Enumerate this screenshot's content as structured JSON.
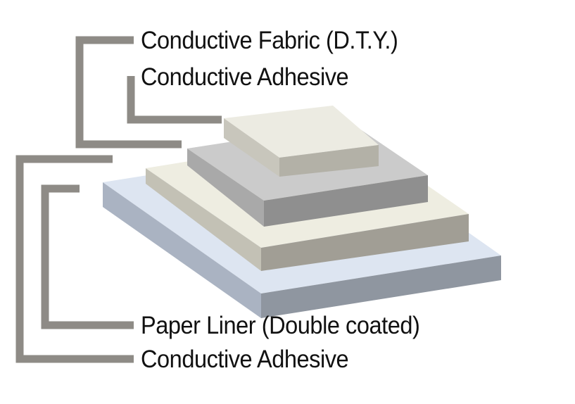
{
  "labels": {
    "top_fabric": "Conductive Fabric (D.T.Y.)",
    "top_adhesive": "Conductive Adhesive",
    "paper_liner": "Paper Liner (Double coated)",
    "bottom_adhesive": "Conductive Adhesive"
  },
  "colors": {
    "leader_line": "#8e8b86",
    "fabric_layer": "#e9e8de",
    "adhesive_layer": "#c9c9c9",
    "liner_layer": "#ecebdf",
    "bottom_layer": "#d6e0ee"
  }
}
